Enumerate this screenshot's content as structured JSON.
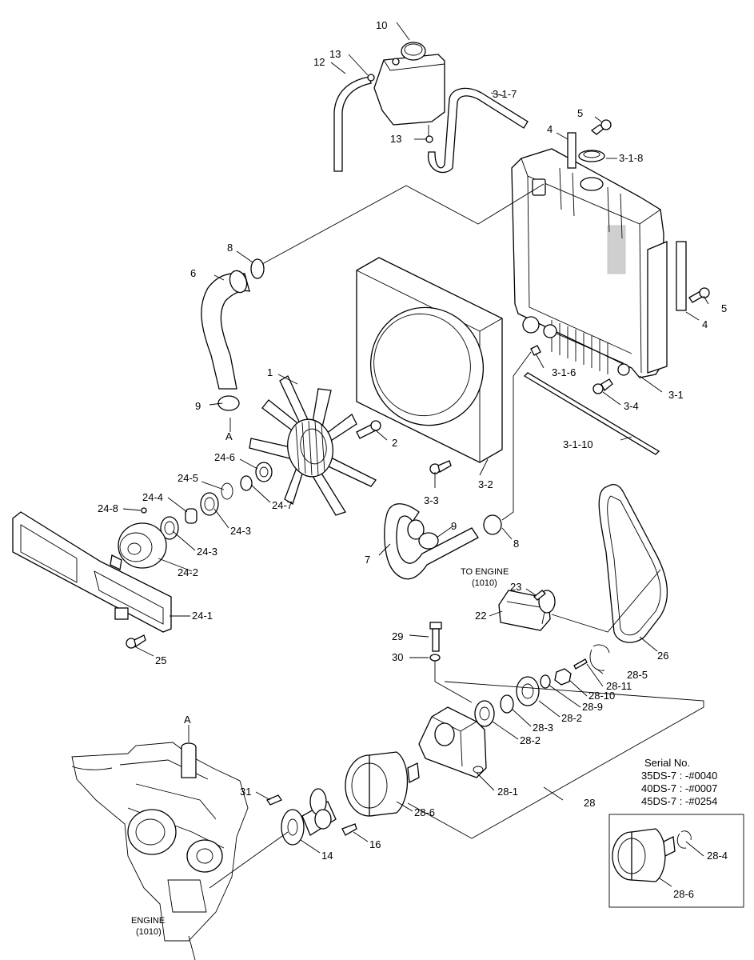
{
  "labels": {
    "p10": "10",
    "p13a": "13",
    "p12": "12",
    "p13b": "13",
    "p3_1_7": "3-1-7",
    "p4a": "4",
    "p5a": "5",
    "p3_1_8": "3-1-8",
    "p8a": "8",
    "p6": "6",
    "p5b": "5",
    "p4b": "4",
    "p1": "1",
    "p3_1_6": "3-1-6",
    "p3_1": "3-1",
    "p9a": "9",
    "pA1": "A",
    "p2": "2",
    "p3_4": "3-4",
    "p24_6": "24-6",
    "p3_1_10": "3-1-10",
    "p24_5": "24-5",
    "p3_2": "3-2",
    "p24_7": "24-7",
    "p24_4": "24-4",
    "p3_3": "3-3",
    "p24_8": "24-8",
    "p24_3a": "24-3",
    "p9b": "9",
    "p8b": "8",
    "p24_3b": "24-3",
    "p7": "7",
    "p24_2": "24-2",
    "to_engine_1": "TO ENGINE",
    "to_engine_2": "(1010)",
    "p23": "23",
    "p22": "22",
    "p24_1": "24-1",
    "p29": "29",
    "p25": "25",
    "p26": "26",
    "p30": "30",
    "p28_5": "28-5",
    "p28_11": "28-11",
    "p28_10": "28-10",
    "p28_9": "28-9",
    "p28_2a": "28-2",
    "p28_3": "28-3",
    "p28_2b": "28-2",
    "pA2": "A",
    "p28_1": "28-1",
    "p31": "31",
    "p28": "28",
    "p28_6a": "28-6",
    "p16": "16",
    "p14": "14",
    "engine_1": "ENGINE",
    "engine_2": "(1010)",
    "p28_4": "28-4",
    "p28_6b": "28-6"
  },
  "serial": {
    "title": "Serial No.",
    "line1": "35DS-7 : -#0040",
    "line2": "40DS-7 : -#0007",
    "line3": "45DS-7 : -#0254"
  }
}
